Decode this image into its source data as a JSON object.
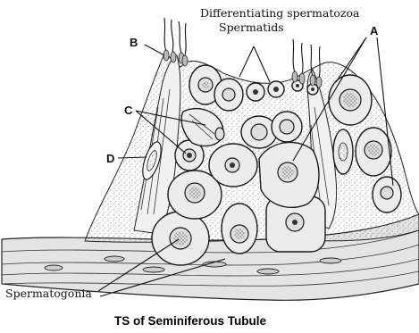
{
  "labels": {
    "differentiating": "Differentiating spermatozoa",
    "spermatids": "Spermatids",
    "a": "A",
    "b": "B",
    "c": "C",
    "d": "D",
    "spermatogonia": "Spermatogonia"
  },
  "caption": "TS of Seminiferous Tubule",
  "colors": {
    "ink": "#111111",
    "cell_fill": "#ececec",
    "background": "#ffffff"
  }
}
